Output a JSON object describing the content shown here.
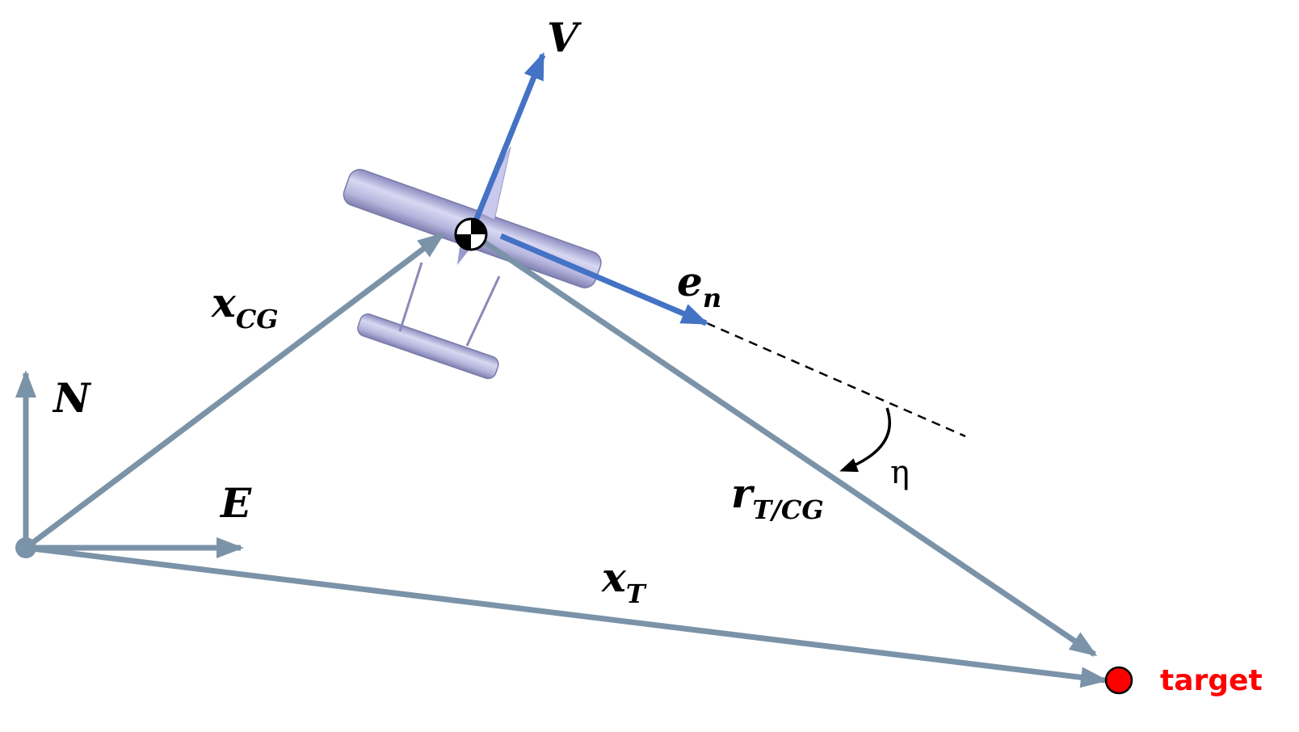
{
  "labels": {
    "north": "N",
    "east": "E",
    "velocity": "V",
    "x_cg": {
      "main": "x",
      "sub": "CG"
    },
    "e_n": {
      "main": "e",
      "sub": "n"
    },
    "r_t_cg": {
      "main": "r",
      "sub": "T/CG"
    },
    "x_t": {
      "main": "x",
      "sub": "T"
    },
    "eta": "η",
    "target": "target"
  },
  "colors": {
    "vector_gray": "#7b93a8",
    "vector_blue": "#4472c4",
    "target_red": "#ff0000",
    "aircraft_body": "#b9b9e3"
  }
}
